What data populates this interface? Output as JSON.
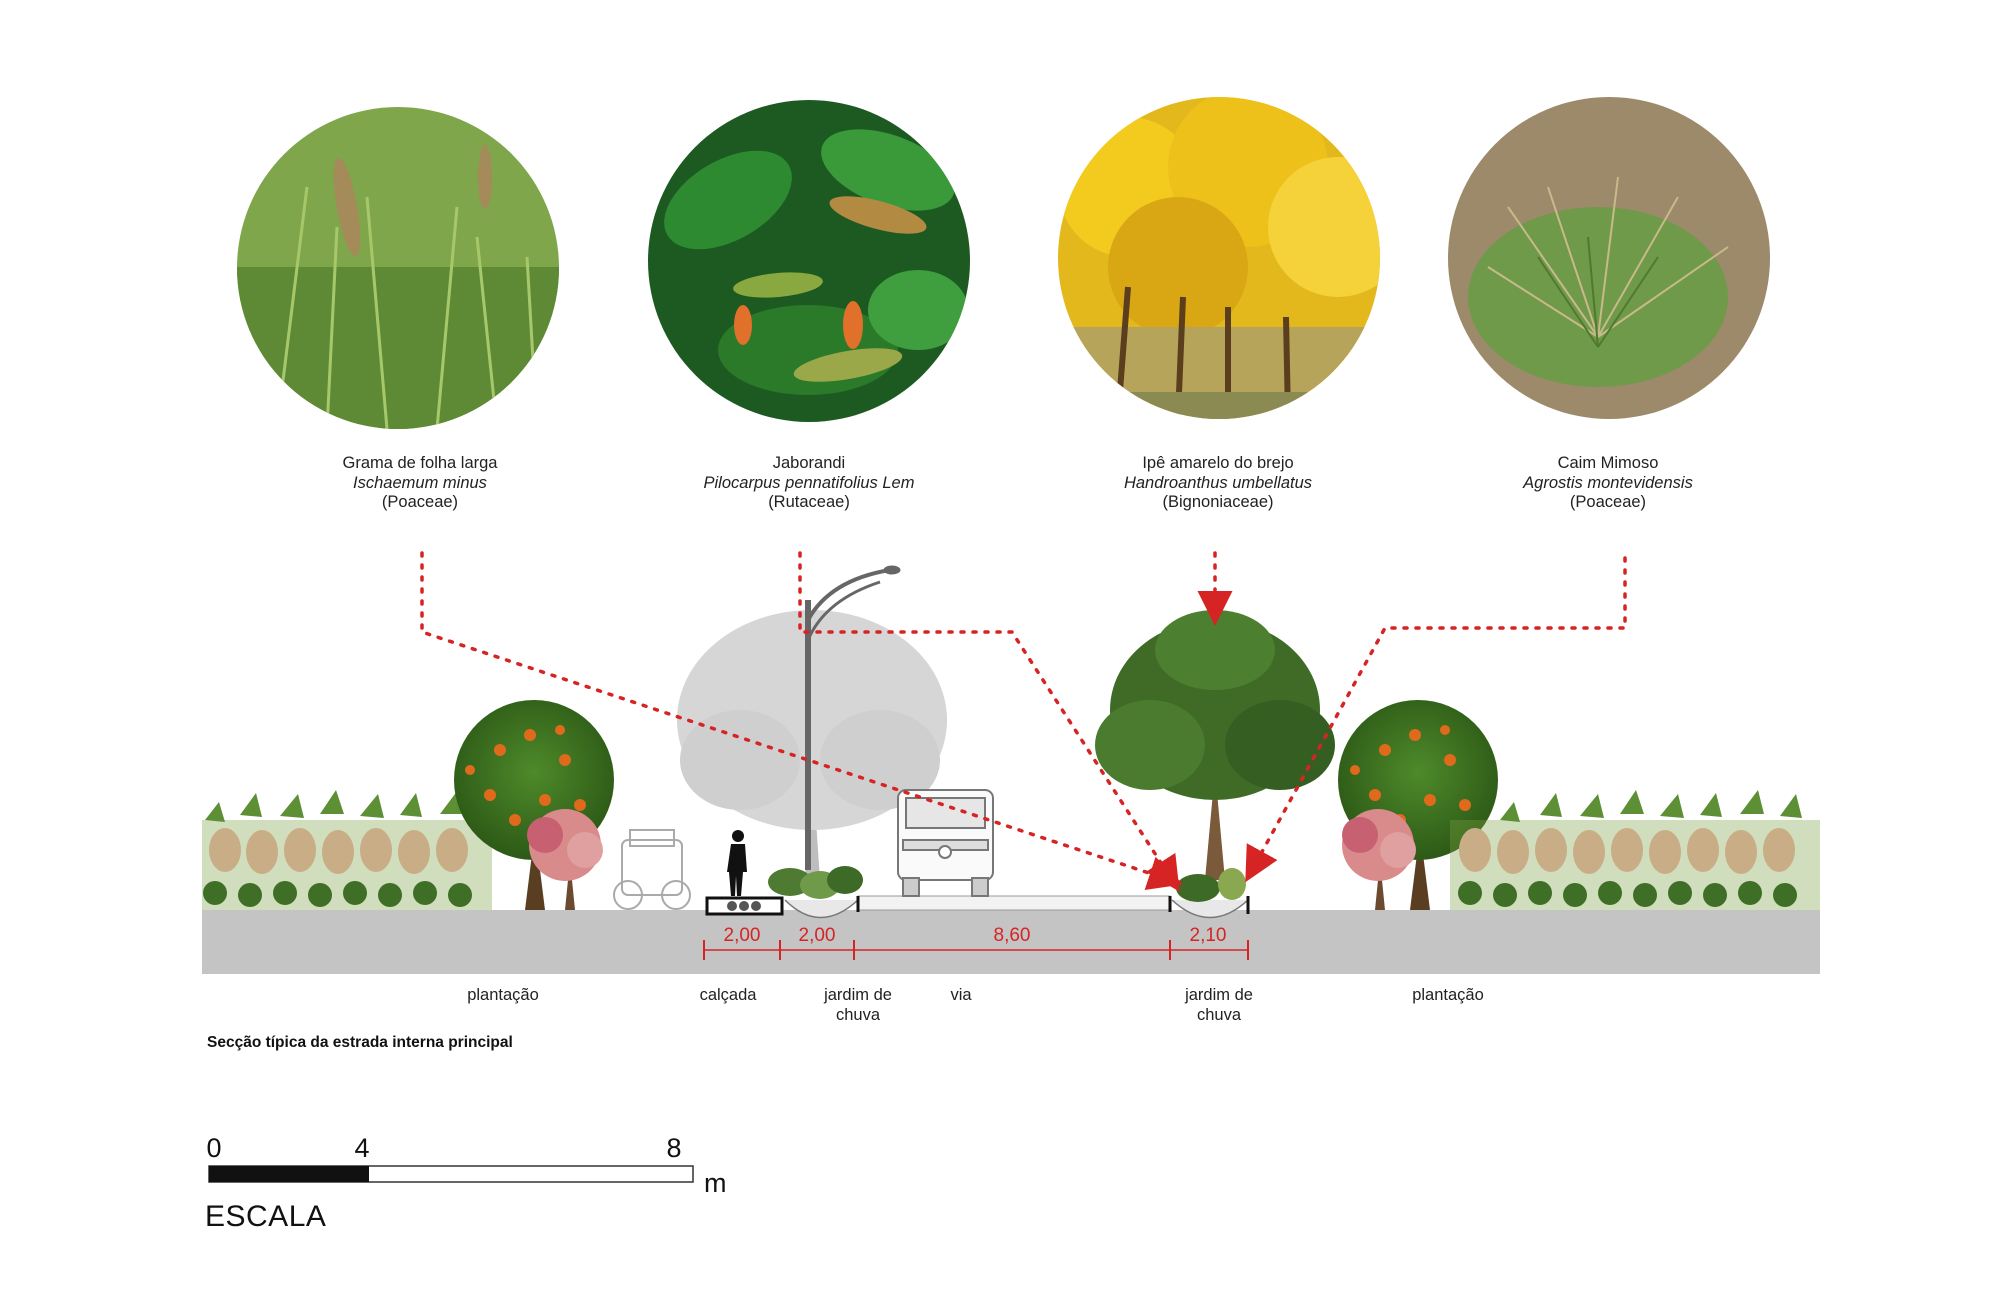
{
  "plants": [
    {
      "common": "Grama de folha larga",
      "scientific": "Ischaemum minus",
      "family": "(Poaceae)",
      "photo_icon": "grass-photo-icon"
    },
    {
      "common": "Jaborandi",
      "scientific": "Pilocarpus pennatifolius Lem",
      "family": "(Rutaceae)",
      "photo_icon": "jaborandi-photo-icon"
    },
    {
      "common": "Ipê amarelo do brejo",
      "scientific": "Handroanthus umbellatus",
      "family": "(Bignoniaceae)",
      "photo_icon": "ipe-photo-icon"
    },
    {
      "common": "Caim Mimoso",
      "scientific": "Agrostis montevidensis",
      "family": "(Poaceae)",
      "photo_icon": "caim-photo-icon"
    }
  ],
  "dimensions": [
    "2,00",
    "2,00",
    "8,60",
    "2,10"
  ],
  "ground_labels": {
    "plantacao_left": "plantação",
    "calcada": "calçada",
    "jardim_left": [
      "jardim de",
      "chuva"
    ],
    "via": "via",
    "jardim_right": [
      "jardim de",
      "chuva"
    ],
    "plantacao_right": "plantação"
  },
  "section_title": "Secção típica da estrada interna principal",
  "scale": {
    "ticks": [
      "0",
      "4",
      "8"
    ],
    "unit": "m",
    "title": "ESCALA"
  },
  "colors": {
    "arrow": "#d62424",
    "ground": "#c4c4c4",
    "dimension": "#d62424"
  }
}
